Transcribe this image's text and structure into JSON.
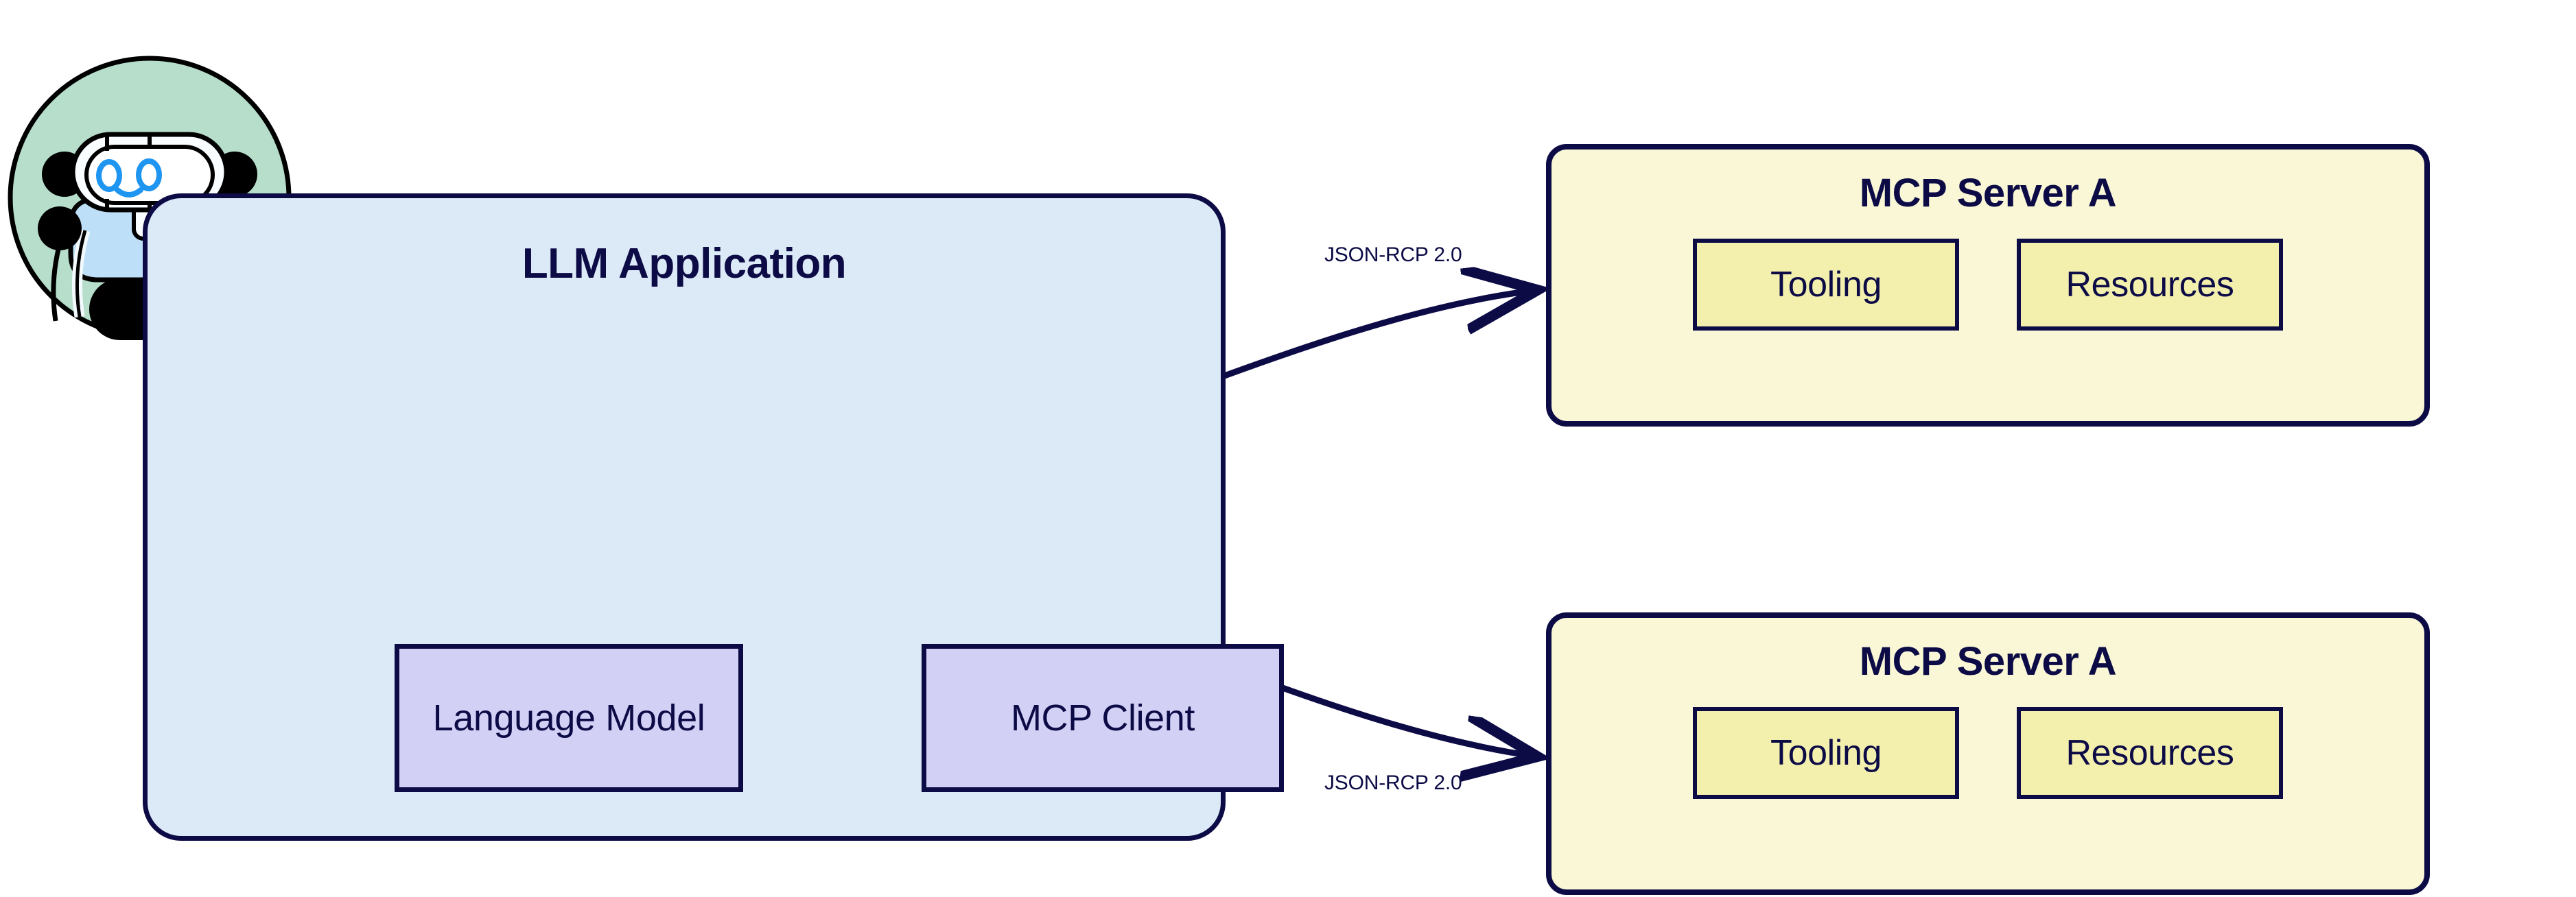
{
  "diagram": {
    "title_text": "LLM Application",
    "avatar_icon": "robot-avatar-icon",
    "llm_application": {
      "label": "LLM Application",
      "components": [
        {
          "label": "Language Model",
          "name": "language-model"
        },
        {
          "label": "MCP Client",
          "name": "mcp-client"
        }
      ]
    },
    "servers": [
      {
        "title": "MCP Server A",
        "slots": [
          {
            "label": "Tooling"
          },
          {
            "label": "Resources"
          }
        ]
      },
      {
        "title": "MCP Server A",
        "slots": [
          {
            "label": "Tooling"
          },
          {
            "label": "Resources"
          }
        ]
      }
    ],
    "connections": [
      {
        "label": "JSON-RCP 2.0",
        "from": "MCP Client",
        "to": "MCP Server A (top)"
      },
      {
        "label": "JSON-RCP 2.0",
        "from": "MCP Client",
        "to": "MCP Server A (bottom)"
      }
    ],
    "colors": {
      "stroke": "#0C0B46",
      "llm_app_fill": "#DCEAF7",
      "component_fill": "#D3D0F5",
      "server_fill": "#F9F7D6",
      "slot_fill": "#F3F0AE",
      "avatar_bg": "#B6DECB",
      "avatar_body": "#BDDFF7",
      "avatar_face": "#2C9BF0",
      "page_bg": "#FFFFFF"
    }
  }
}
